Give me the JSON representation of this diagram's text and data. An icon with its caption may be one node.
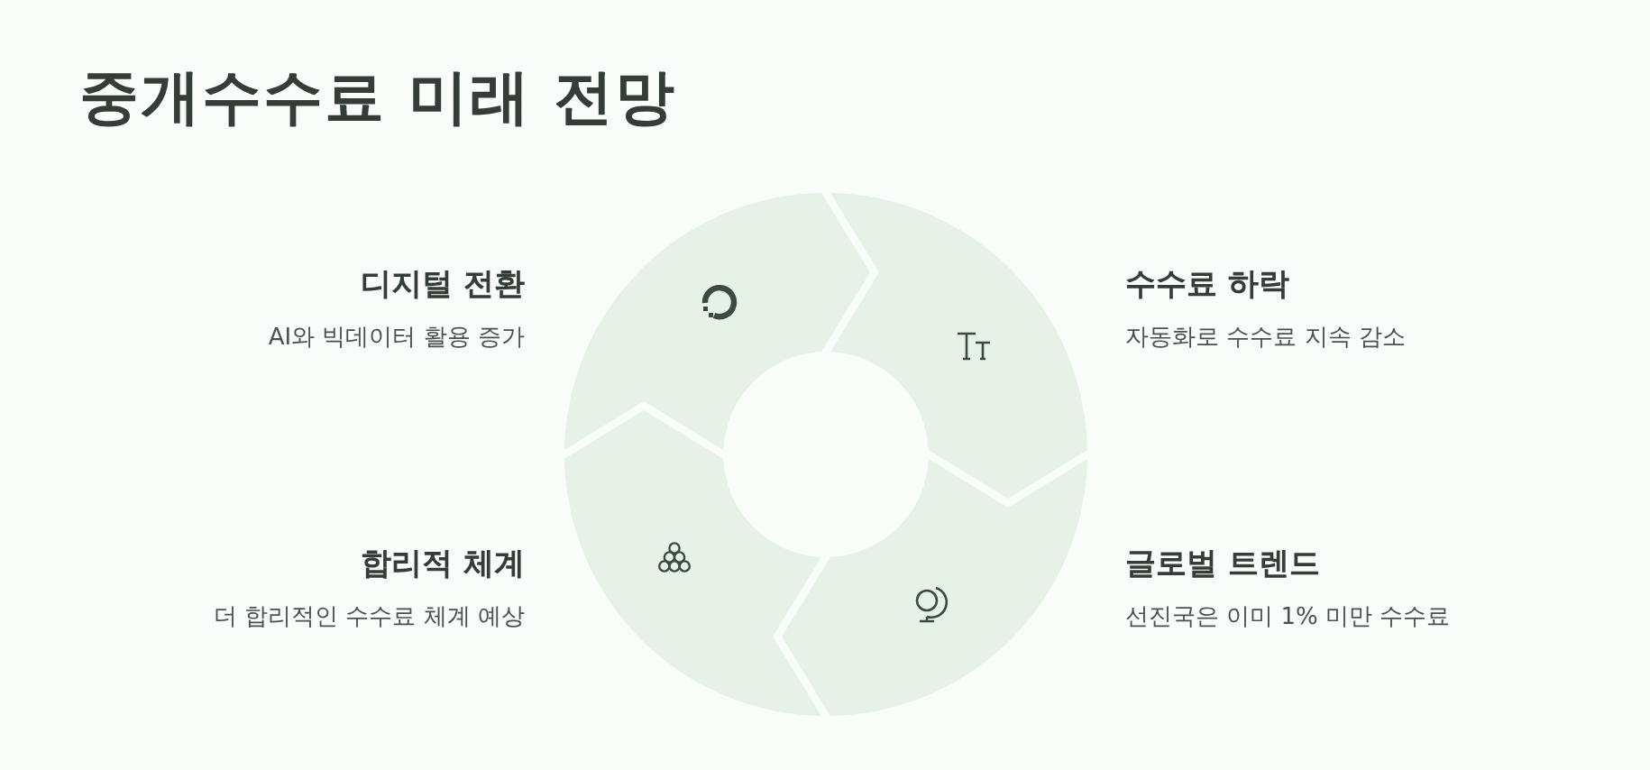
{
  "diagram": {
    "title": "중개수수료 미래 전망",
    "labels": [
      "디지털 전환",
      "AI와 빅데이터 활용 증가",
      "수수료 하락",
      "자동화로 수수료 지속 감소",
      "합리적 체계",
      "더 합리적인 수수료 체계 예상",
      "글로벌 트렌드",
      "선진국은 이미 1% 미만 수수료"
    ]
  }
}
